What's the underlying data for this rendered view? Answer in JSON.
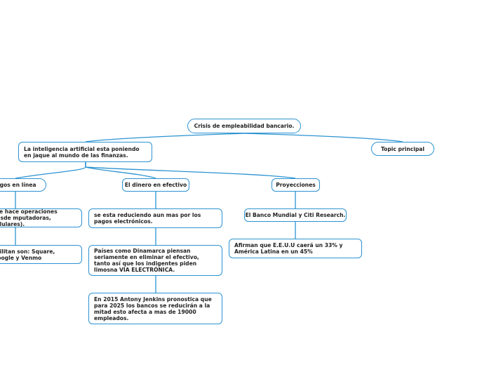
{
  "root": "Crisis de empleabilidad bancario.",
  "topic": "Topic principal",
  "main": "La inteligencia artificial esta poniendo en jaque al mundo de las finanzas.",
  "col_pagos": {
    "title": "agos en línea",
    "n1": "nte hace operaciones desde mputadoras, celulares).",
    "n2": "acilitan son: Square, Google y Venmo"
  },
  "col_dinero": {
    "title": "El dinero en efectivo",
    "n1": "se esta reduciendo aun mas por los pagos electrónicos.",
    "n2": "Países como Dinamarca piensan seriamente en eliminar el efectivo, tanto así que los indigentes piden limosna VÍA ELECTRÓNICA.",
    "n3": "En 2015 Antony Jenkins pronostica que para 2025 los bancos se reducirán a la mitad esto afecta a mas de 19000 empleados."
  },
  "col_proy": {
    "title": "Proyecciones",
    "n1": "El Banco Mundial y Citi Research.",
    "n2": "Afirman que E.E.U.U caerá un 33% y América Latina en un 45%"
  },
  "colors": {
    "line": "#2c93d2",
    "text": "#222222",
    "background": "#ffffff"
  }
}
